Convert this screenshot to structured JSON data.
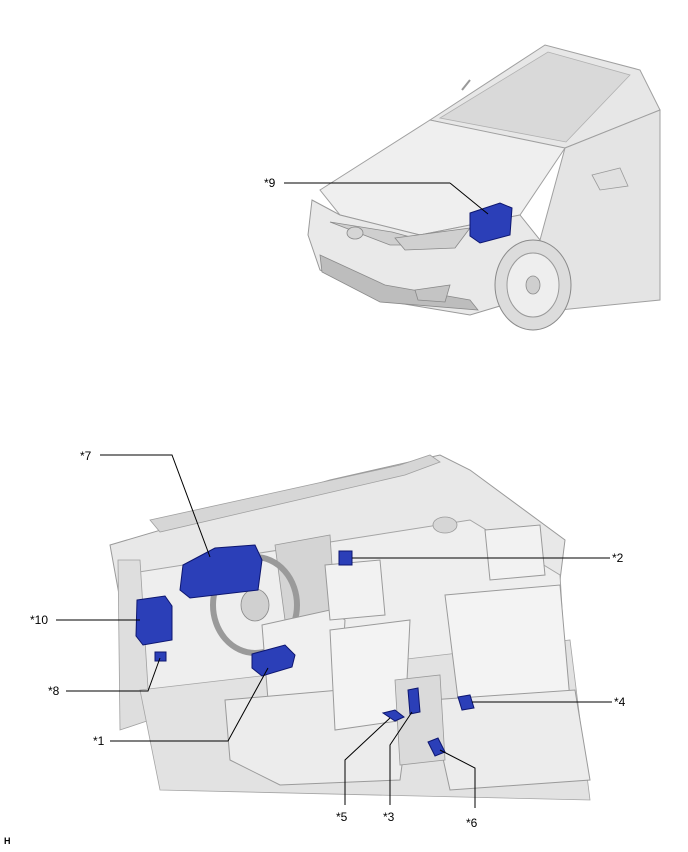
{
  "exterior_view": {
    "callouts": [
      {
        "label": "*9"
      }
    ]
  },
  "interior_view": {
    "callouts": [
      {
        "label": "*7"
      },
      {
        "label": "*2"
      },
      {
        "label": "*10"
      },
      {
        "label": "*8"
      },
      {
        "label": "*4"
      },
      {
        "label": "*1"
      },
      {
        "label": "*5"
      },
      {
        "label": "*3"
      },
      {
        "label": "*6"
      }
    ]
  },
  "figure_id": "H",
  "colors": {
    "component_fill": "#2b3fb8",
    "component_stroke": "#0d1670",
    "body_light": "#f1f1f1",
    "body_mid": "#dcdcdc",
    "body_dark": "#bdbdbd",
    "outline": "#9a9a9a"
  }
}
